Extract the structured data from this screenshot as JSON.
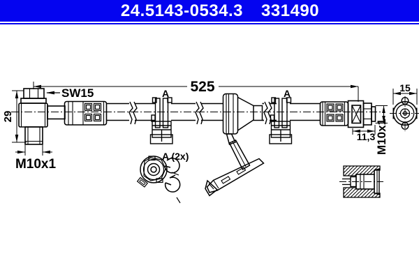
{
  "header": {
    "part_number": "24.5143-0534.3",
    "reference_number": "331490",
    "background_color": "#0404f0",
    "text_color": "#ffffff"
  },
  "drawing": {
    "type": "technical-drawing",
    "line_color": "#000000",
    "background_color": "#ffffff",
    "dims": {
      "total_length": "525",
      "wrench_size": "SW15",
      "fitting_height": "29",
      "thread_left": "M10x1",
      "thread_depth": "11,3",
      "thread_right": "M10x1",
      "end_width": "15"
    },
    "labels": {
      "clip_1": "A",
      "clip_2": "A",
      "clip_detail": "A (2x)"
    }
  }
}
